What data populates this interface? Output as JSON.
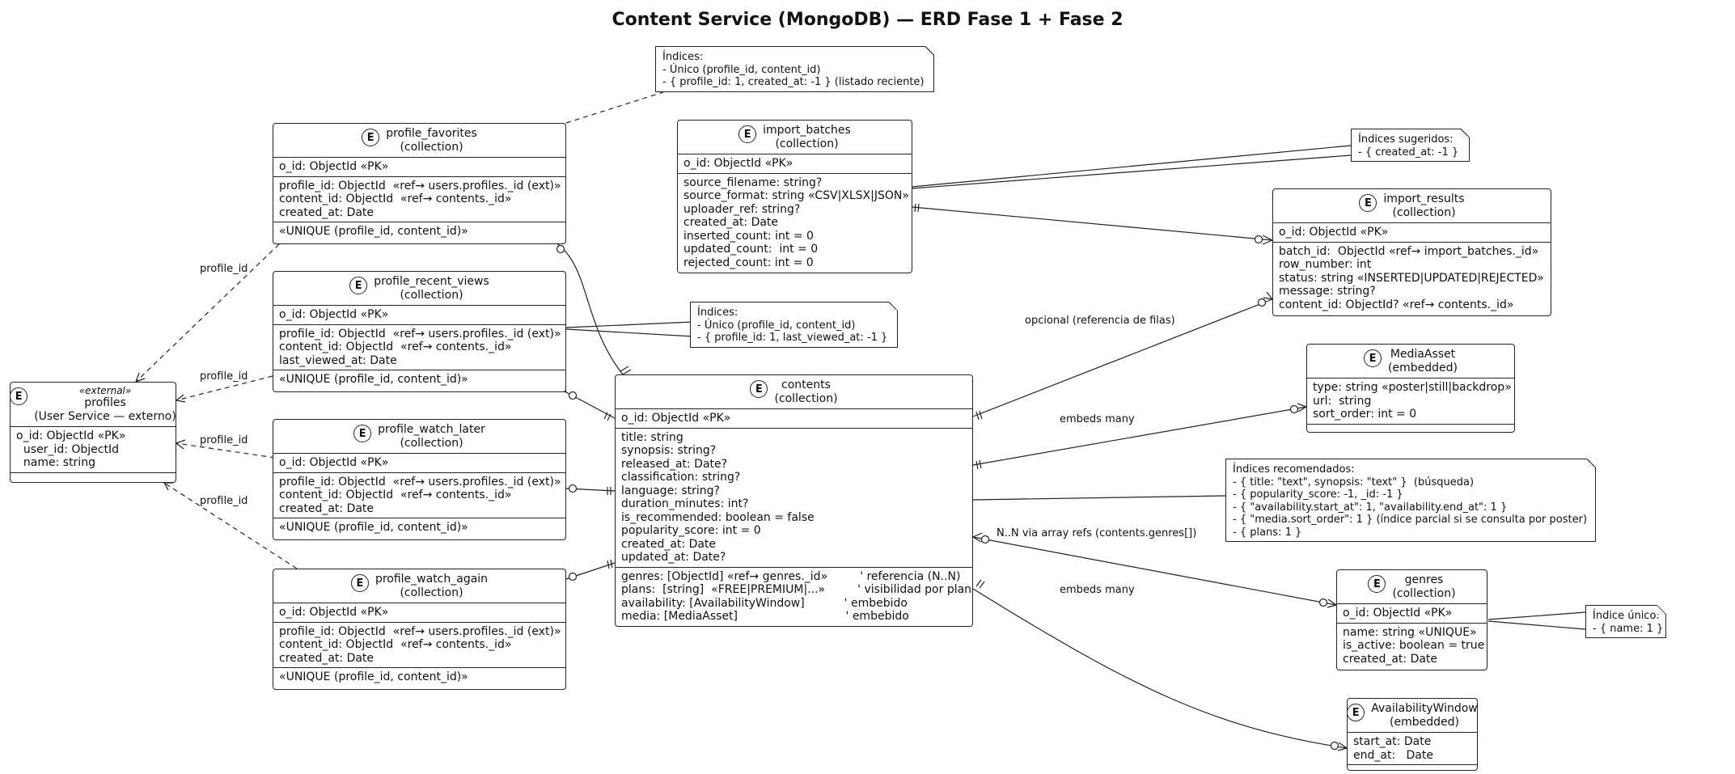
{
  "title": "Content Service (MongoDB) — ERD Fase 1 + Fase 2",
  "entities": {
    "profile_favorites": {
      "badge": "E",
      "name": "profile_favorites",
      "kind": "(collection)",
      "pk": [
        "o_id: ObjectId «PK»"
      ],
      "fields": [
        "profile_id: ObjectId  «ref→ users.profiles._id (ext)»",
        "content_id: ObjectId  «ref→ contents._id»",
        "created_at: Date"
      ],
      "extra": [
        "«UNIQUE (profile_id, content_id)»"
      ]
    },
    "profile_recent_views": {
      "badge": "E",
      "name": "profile_recent_views",
      "kind": "(collection)",
      "pk": [
        "o_id: ObjectId «PK»"
      ],
      "fields": [
        "profile_id: ObjectId  «ref→ users.profiles._id (ext)»",
        "content_id: ObjectId  «ref→ contents._id»",
        "last_viewed_at: Date"
      ],
      "extra": [
        "«UNIQUE (profile_id, content_id)»"
      ]
    },
    "profile_watch_later": {
      "badge": "E",
      "name": "profile_watch_later",
      "kind": "(collection)",
      "pk": [
        "o_id: ObjectId «PK»"
      ],
      "fields": [
        "profile_id: ObjectId  «ref→ users.profiles._id (ext)»",
        "content_id: ObjectId  «ref→ contents._id»",
        "created_at: Date"
      ],
      "extra": [
        "«UNIQUE (profile_id, content_id)»"
      ]
    },
    "profile_watch_again": {
      "badge": "E",
      "name": "profile_watch_again",
      "kind": "(collection)",
      "pk": [
        "o_id: ObjectId «PK»"
      ],
      "fields": [
        "profile_id: ObjectId  «ref→ users.profiles._id (ext)»",
        "content_id: ObjectId  «ref→ contents._id»",
        "created_at: Date"
      ],
      "extra": [
        "«UNIQUE (profile_id, content_id)»"
      ]
    },
    "profiles": {
      "badge": "E",
      "stereotype": "«external»",
      "name": "profiles",
      "kind": "(User Service — externo)",
      "pk": [
        "o_id: ObjectId «PK»"
      ],
      "fields": [
        "  user_id: ObjectId",
        "  name: string"
      ],
      "extra": []
    },
    "import_batches": {
      "badge": "E",
      "name": "import_batches",
      "kind": "(collection)",
      "pk": [
        "o_id: ObjectId «PK»"
      ],
      "fields": [
        "source_filename: string?",
        "source_format: string «CSV|XLSX|JSON»",
        "uploader_ref: string?",
        "created_at: Date",
        "inserted_count: int = 0",
        "updated_count:  int = 0",
        "rejected_count: int = 0"
      ]
    },
    "import_results": {
      "badge": "E",
      "name": "import_results",
      "kind": "(collection)",
      "pk": [
        "o_id: ObjectId «PK»"
      ],
      "fields": [
        "batch_id:  ObjectId «ref→ import_batches._id»",
        "row_number: int",
        "status: string «INSERTED|UPDATED|REJECTED»",
        "message: string?",
        "content_id: ObjectId? «ref→ contents._id»"
      ]
    },
    "contents": {
      "badge": "E",
      "name": "contents",
      "kind": "(collection)",
      "pk": [
        "o_id: ObjectId «PK»"
      ],
      "fields": [
        "title: string",
        "synopsis: string?",
        "released_at: Date?",
        "classification: string?",
        "language: string?",
        "duration_minutes: int?",
        "is_recommended: boolean = false",
        "popularity_score: int = 0",
        "created_at: Date",
        "updated_at: Date?"
      ],
      "extra": [
        "genres: [ObjectId] «ref→ genres._id»         ' referencia (N..N)",
        "plans:  [string]  «FREE|PREMIUM|...»         ' visibilidad por plan",
        "availability: [AvailabilityWindow]           ' embebido",
        "media: [MediaAsset]                              ' embebido"
      ]
    },
    "media_asset": {
      "badge": "E",
      "name": "MediaAsset",
      "kind": "(embedded)",
      "pk": [],
      "fields": [
        "type: string «poster|still|backdrop»",
        "url:  string",
        "sort_order: int = 0"
      ],
      "extra": []
    },
    "genres": {
      "badge": "E",
      "name": "genres",
      "kind": "(collection)",
      "pk": [
        "o_id: ObjectId «PK»"
      ],
      "fields": [
        "name: string «UNIQUE»",
        "is_active: boolean = true",
        "created_at: Date"
      ]
    },
    "availability_window": {
      "badge": "E",
      "name": "AvailabilityWindow",
      "kind": "(embedded)",
      "pk": [],
      "fields": [
        "start_at: Date",
        "end_at:   Date"
      ],
      "extra": []
    }
  },
  "notes": {
    "favorites_indexes": [
      "Índices:",
      "- Único (profile_id, content_id)",
      "- { profile_id: 1, created_at: -1 } (listado reciente)"
    ],
    "batches_indexes": [
      "Índices sugeridos:",
      "- { created_at: -1 }"
    ],
    "recent_views_indexes": [
      "Índices:",
      "- Único (profile_id, content_id)",
      "- { profile_id: 1, last_viewed_at: -1 }"
    ],
    "contents_indexes": [
      "Índices recomendados:",
      "- { title: \"text\", synopsis: \"text\" }  (búsqueda)",
      "- { popularity_score: -1, _id: -1 }",
      "- { \"availability.start_at\": 1, \"availability.end_at\": 1 }",
      "- { \"media.sort_order\": 1 } (índice parcial si se consulta por poster)",
      "- { plans: 1 }"
    ],
    "genres_indexes": [
      "Índice único:",
      "- { name: 1 }"
    ]
  },
  "edge_labels": {
    "favorites_profile": "profile_id",
    "recent_profile": "profile_id",
    "later_profile": "profile_id",
    "again_profile": "profile_id",
    "contents_results": "opcional (referencia de filas)",
    "contents_media": "embeds many",
    "contents_genres": "N..N via array refs (contents.genres[])",
    "contents_availability": "embeds many"
  }
}
